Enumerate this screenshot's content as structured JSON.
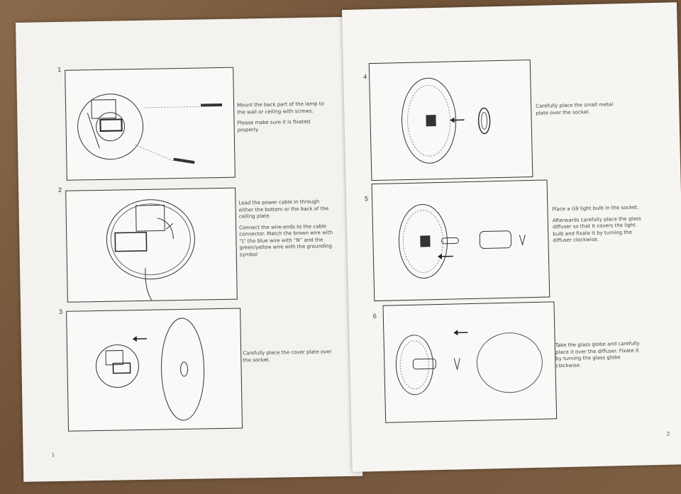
{
  "left_page": {
    "page_number": "1",
    "steps": [
      {
        "number": "1",
        "paragraphs": [
          "Mount the back part of the lamp to the wall or ceiling with screws.",
          "Please make sure it is fixated properly."
        ]
      },
      {
        "number": "2",
        "paragraphs": [
          "Lead the power cable in through either the bottom or the back of the ceiling plate",
          "Connect the wire-ends to the cable connector. Match the brown wire with “L” the blue wire with “N” and the green/yellow wire with the grounding symbol"
        ]
      },
      {
        "number": "3",
        "paragraphs": [
          "Carefully place the cover plate over the socket."
        ]
      }
    ]
  },
  "right_page": {
    "page_number": "2",
    "steps": [
      {
        "number": "4",
        "paragraphs": [
          "Carefully place the small metal plate over the socket."
        ]
      },
      {
        "number": "5",
        "paragraphs": [
          "Place a G9 light bulb in the socket.",
          "Afterwards carefully place the glass diffuser so that it covers the light bulb and fixate it by turning the diffuser clockwise."
        ]
      },
      {
        "number": "6",
        "paragraphs": [
          "Take the glass globe and carefully place it over the diffuser. Fixate it by turning the glass globe clockwise."
        ]
      }
    ]
  }
}
